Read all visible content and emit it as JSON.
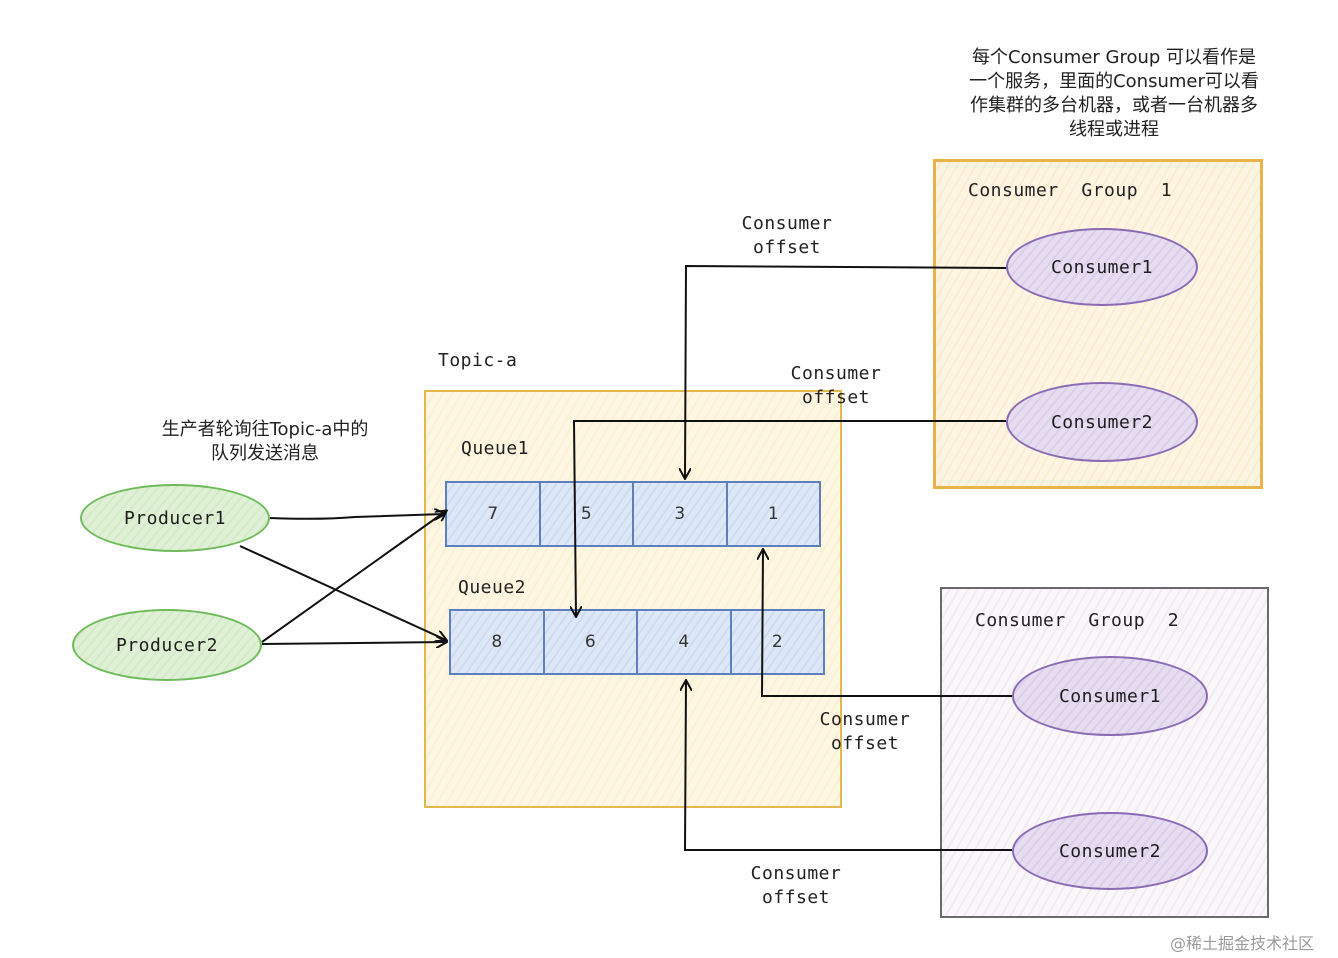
{
  "topic": {
    "label": "Topic-a"
  },
  "group1": {
    "title": "Consumer  Group  1",
    "consumers": [
      "Consumer1",
      "Consumer2"
    ]
  },
  "group2": {
    "title": "Consumer  Group  2",
    "consumers": [
      "Consumer1",
      "Consumer2"
    ]
  },
  "queues": [
    {
      "name": "Queue1",
      "cells": [
        "7",
        "5",
        "3",
        "1"
      ]
    },
    {
      "name": "Queue2",
      "cells": [
        "8",
        "6",
        "4",
        "2"
      ]
    }
  ],
  "producers": [
    "Producer1",
    "Producer2"
  ],
  "notes": {
    "group_note": [
      "每个Consumer  Group  可以看作是",
      "一个服务，里面的Consumer可以看",
      "作集群的多台机器，或者一台机器多",
      "线程或进程"
    ],
    "producer_note": [
      "生产者轮询往Topic-a中的",
      "队列发送消息"
    ]
  },
  "offset_labels": [
    [
      "Consumer",
      "offset"
    ],
    [
      "Consumer",
      "offset"
    ],
    [
      "Consumer",
      "offset"
    ],
    [
      "Consumer",
      "offset"
    ]
  ],
  "watermark": "@稀土掘金技术社区",
  "colors": {
    "topic_border": "#e3b74b",
    "group1_border": "#e8b34a",
    "group2_border": "#6a6a6a",
    "queue_border": "#5d7fbe",
    "producer_border": "#6fba5a",
    "consumer_border": "#8a6bb4"
  }
}
